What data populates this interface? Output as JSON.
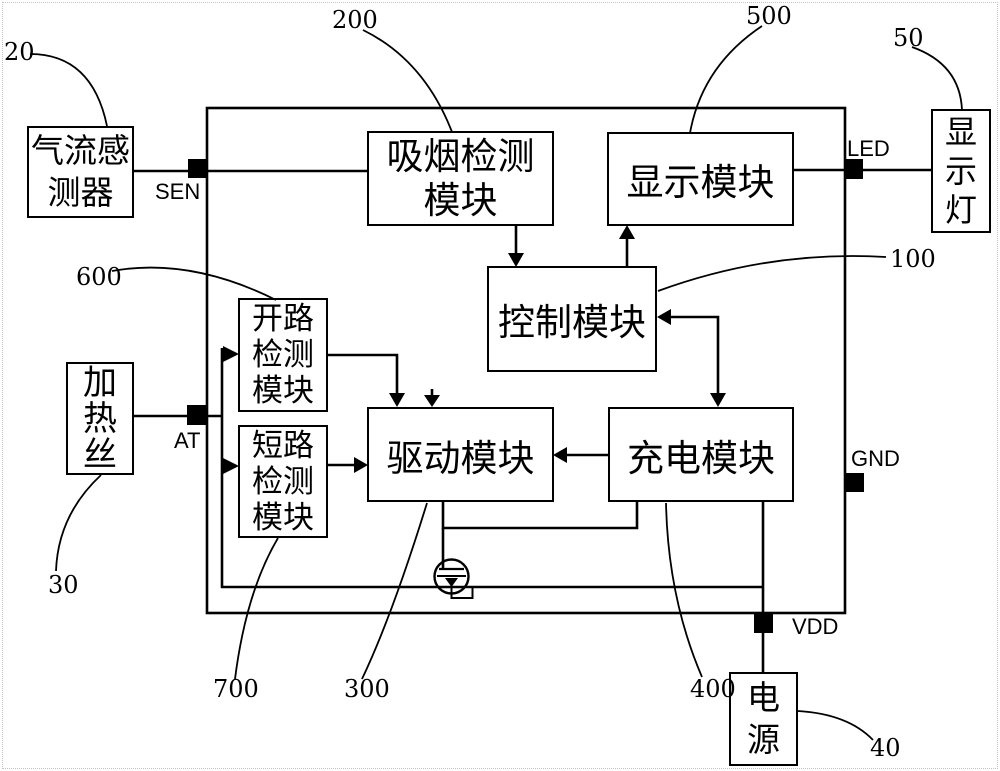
{
  "colors": {
    "line": "#000000",
    "background": "#ffffff",
    "pin_fill": "#000000"
  },
  "blocks": {
    "airflow_sensor": {
      "lines": [
        "气流感",
        "测器"
      ]
    },
    "smoking_detection": {
      "lines": [
        "吸烟检测",
        "模块"
      ]
    },
    "display_module": {
      "lines": [
        "显示模块"
      ]
    },
    "indicator_light": {
      "lines": [
        "显",
        "示",
        "灯"
      ]
    },
    "control_module": {
      "lines": [
        "控制模块"
      ]
    },
    "open_circuit_detection": {
      "lines": [
        "开路",
        "检测",
        "模块"
      ]
    },
    "short_circuit_detection": {
      "lines": [
        "短路",
        "检测",
        "模块"
      ]
    },
    "drive_module": {
      "lines": [
        "驱动模块"
      ]
    },
    "charging_module": {
      "lines": [
        "充电模块"
      ]
    },
    "heating_wire": {
      "lines": [
        "加",
        "热",
        "丝"
      ]
    },
    "power_supply": {
      "lines": [
        "电",
        "源"
      ]
    }
  },
  "pins": {
    "sen": {
      "label": "SEN"
    },
    "at": {
      "label": "AT"
    },
    "led": {
      "label": "LED"
    },
    "gnd": {
      "label": "GND"
    },
    "vdd": {
      "label": "VDD"
    }
  },
  "refs": {
    "20": "20",
    "30": "30",
    "40": "40",
    "50": "50",
    "100": "100",
    "200": "200",
    "300": "300",
    "400": "400",
    "500": "500",
    "600": "600",
    "700": "700"
  }
}
